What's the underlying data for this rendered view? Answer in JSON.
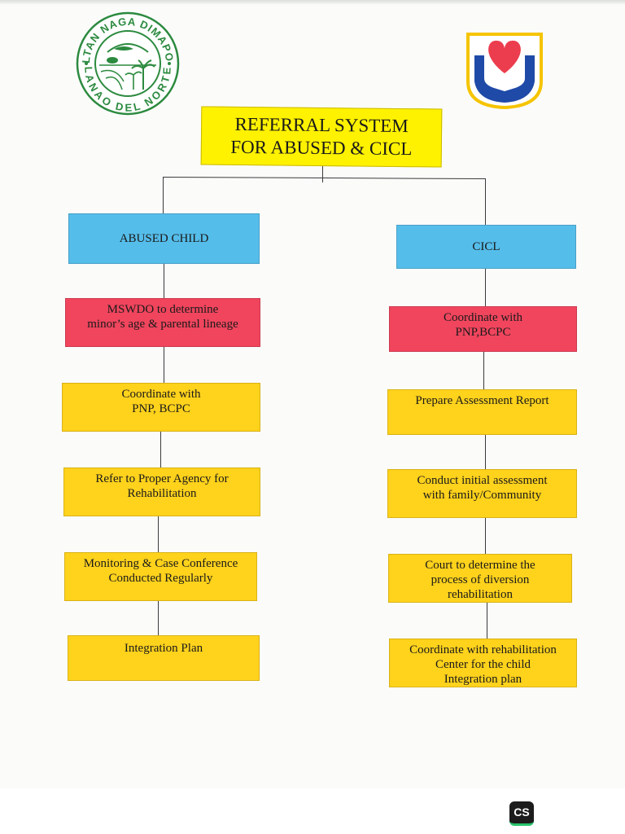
{
  "seal": {
    "top_text": "SULTAN NAGA DIMAPORO",
    "bottom_text": "LANAO DEL NORTE",
    "ring_color": "#2c8a3f"
  },
  "dswd_logo": {
    "icon": "heart-in-hands-icon"
  },
  "title": "REFERRAL SYSTEM\nFOR ABUSED & CICL",
  "left_branch": {
    "header": "ABUSED CHILD",
    "steps": [
      "MSWDO to determine\nminor’s age & parental lineage",
      "Coordinate with\nPNP, BCPC",
      "Refer to Proper Agency for\nRehabilitation",
      "Monitoring & Case Conference\nConducted Regularly",
      "Integration Plan"
    ]
  },
  "right_branch": {
    "header": "CICL",
    "steps": [
      "Coordinate with\nPNP,BCPC",
      "Prepare Assessment Report",
      "Conduct initial assessment\nwith family/Community",
      "Court to determine the\nprocess of diversion\nrehabilitation",
      "Coordinate with rehabilitation\nCenter for the child\nIntegration plan"
    ]
  },
  "footer": {
    "badge": "CS"
  },
  "colors": {
    "title": "#fff200",
    "header": "#55bdea",
    "first_step": "#f0455d",
    "step": "#ffd21c"
  }
}
